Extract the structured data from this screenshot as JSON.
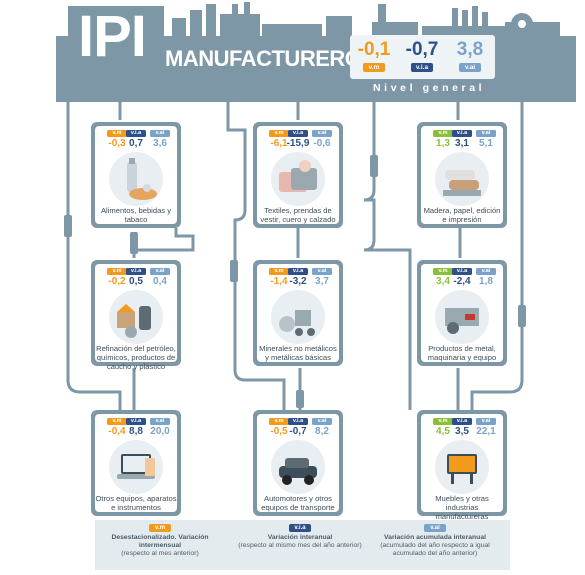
{
  "header": {
    "title": "IPI",
    "subtitle": "MANUFACTURERO",
    "general_label": "Nivel general",
    "general": {
      "vm": "-0,1",
      "vi": "-0,7",
      "va": "3,8"
    }
  },
  "badge_labels": {
    "vm": "v.m",
    "vi": "v.i.a",
    "va": "v.ai"
  },
  "colors": {
    "frame": "#7d97a6",
    "vm": "#f29a1c",
    "vm_alt": "#8cbf3a",
    "vi": "#2e4f87",
    "va": "#7ba3c9"
  },
  "sectors": [
    {
      "label": "Alimentos, bebidas y tabaco",
      "vm": "-0,3",
      "vi": "0,7",
      "va": "3,6",
      "vm_color": "orange",
      "icon": "food-icon"
    },
    {
      "label": "Textiles, prendas de vestir, cuero y calzado",
      "vm": "-6,1",
      "vi": "-15,9",
      "va": "-0,6",
      "vm_color": "orange",
      "icon": "textile-icon"
    },
    {
      "label": "Madera, papel, edición e impresión",
      "vm": "1,3",
      "vi": "3,1",
      "va": "5,1",
      "vm_color": "green",
      "icon": "paper-icon"
    },
    {
      "label": "Refinación del petróleo, químicos, productos de caucho y plástico",
      "vm": "-0,2",
      "vi": "0,5",
      "va": "0,4",
      "vm_color": "orange",
      "icon": "chemicals-icon"
    },
    {
      "label": "Minerales no metálicos y metálicas básicas",
      "vm": "-1,4",
      "vi": "-3,2",
      "va": "3,7",
      "vm_color": "orange",
      "icon": "minerals-icon"
    },
    {
      "label": "Productos de metal, maquinaria y equipo",
      "vm": "3,4",
      "vi": "-2,4",
      "va": "1,8",
      "vm_color": "green",
      "icon": "machinery-icon"
    },
    {
      "label": "Otros equipos, aparatos e instrumentos",
      "vm": "-0,4",
      "vi": "8,8",
      "va": "20,0",
      "vm_color": "orange",
      "icon": "laptop-icon"
    },
    {
      "label": "Automotores y otros equipos de transporte",
      "vm": "-0,5",
      "vi": "-0,7",
      "va": "8,2",
      "vm_color": "orange",
      "icon": "car-icon"
    },
    {
      "label": "Muebles y otras industrias manufactureras",
      "vm": "4,5",
      "vi": "3,5",
      "va": "22,1",
      "vm_color": "green",
      "icon": "furniture-icon"
    }
  ],
  "legend": [
    {
      "badge": "v.m",
      "title": "Desestacionalizado. Variación intermensual",
      "desc": "(respecto al mes anterior)"
    },
    {
      "badge": "v.i.a",
      "title": "Variación interanual",
      "desc": "(respecto al mismo mes del año anterior)"
    },
    {
      "badge": "v.ai",
      "title": "Variación acumulada interanual",
      "desc": "(acumulado del año respecto a igual acumulado del año anterior)"
    }
  ]
}
